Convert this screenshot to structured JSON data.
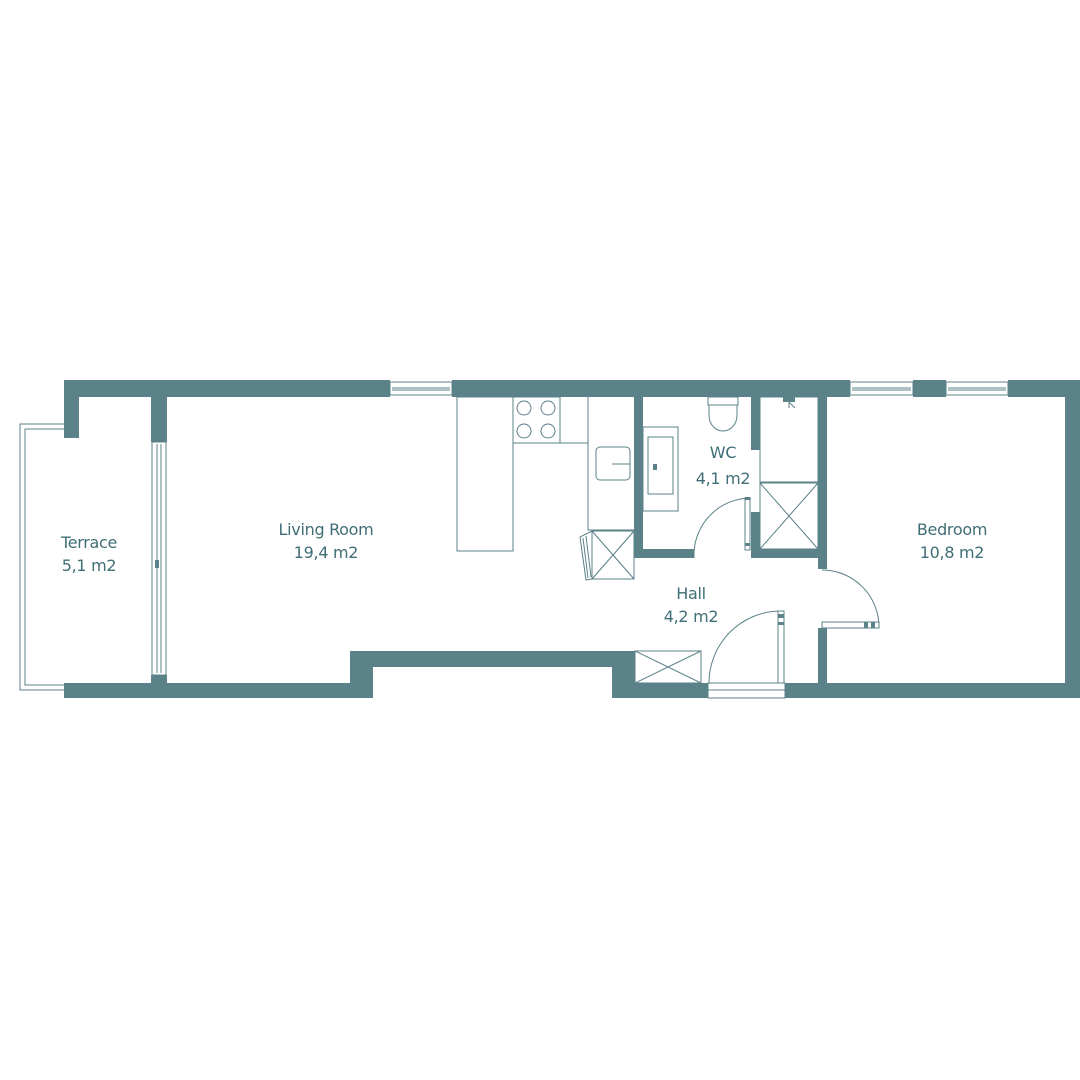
{
  "floorplan": {
    "colors": {
      "wall": "#5b8189",
      "line": "#5b8189",
      "text": "#3f6e76"
    },
    "rooms": {
      "terrace": {
        "name": "Terrace",
        "area": "5,1 m2"
      },
      "living": {
        "name": "Living Room",
        "area": "19,4 m2"
      },
      "wc": {
        "name": "WC",
        "area": "4,1 m2"
      },
      "hall": {
        "name": "Hall",
        "area": "4,2 m2"
      },
      "bedroom": {
        "name": "Bedroom",
        "area": "10,8 m2"
      }
    }
  }
}
